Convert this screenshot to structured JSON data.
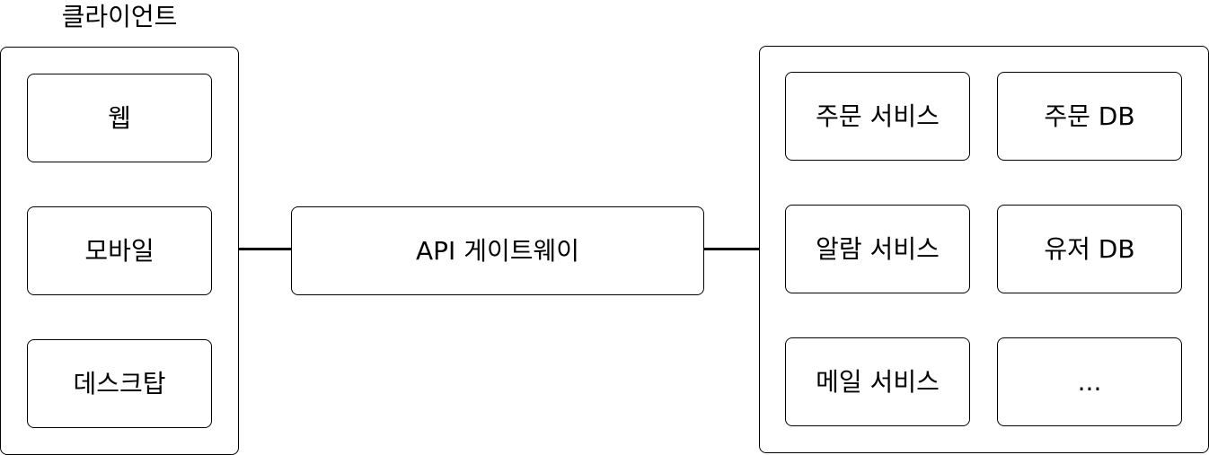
{
  "client_group": {
    "title": "클라이언트",
    "items": [
      {
        "label": "웹"
      },
      {
        "label": "모바일"
      },
      {
        "label": "데스크탑"
      }
    ]
  },
  "gateway": {
    "label": "API 게이트웨이"
  },
  "backend_group": {
    "services": [
      {
        "label": "주문 서비스"
      },
      {
        "label": "알람 서비스"
      },
      {
        "label": "메일 서비스"
      }
    ],
    "databases": [
      {
        "label": "주문 DB"
      },
      {
        "label": "유저 DB"
      },
      {
        "label": "..."
      }
    ]
  }
}
